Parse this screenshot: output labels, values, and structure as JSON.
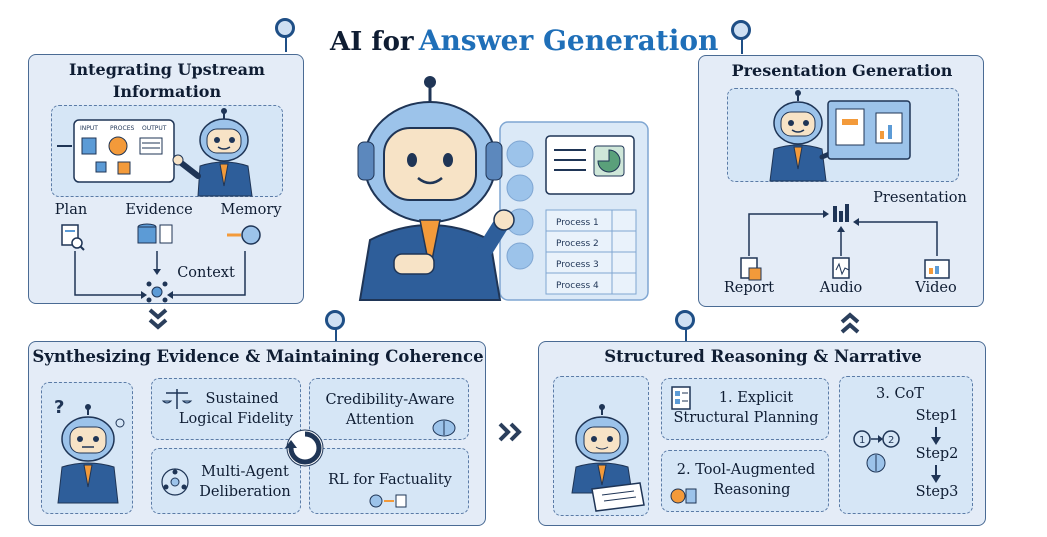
{
  "title": {
    "prefix": "AI for",
    "highlight": "Answer Generation"
  },
  "upstream": {
    "title_line1": "Integrating  Upstream",
    "title_line2": "Information",
    "illus_labels": [
      "INPUT",
      "PROCES",
      "OUTPUT"
    ],
    "inputs": [
      "Plan",
      "Evidence",
      "Memory"
    ],
    "context": "Context"
  },
  "center": {
    "processes": [
      "Process 1",
      "Process 2",
      "Process 3",
      "Process 4"
    ]
  },
  "presentation": {
    "title": "Presentation Generation",
    "output_label": "Presentation",
    "sources": [
      "Report",
      "Audio",
      "Video"
    ]
  },
  "synthesizing": {
    "title": "Synthesizing Evidence & Maintaining Coherence",
    "question_mark": "?",
    "cells": [
      {
        "line1": "Sustained",
        "line2": "Logical Fidelity"
      },
      {
        "line1": "Credibility-Aware",
        "line2": "Attention"
      },
      {
        "line1": "Multi-Agent",
        "line2": "Deliberation"
      },
      {
        "line1": "RL for Factuality",
        "line2": ""
      }
    ]
  },
  "structured": {
    "title": "Structured Reasoning & Narrative",
    "cells": [
      {
        "line1": "1. Explicit",
        "line2": "Structural Planning"
      },
      {
        "line1": "2. Tool-Augmented",
        "line2": "Reasoning"
      }
    ],
    "cot": {
      "title": "3. CoT",
      "steps": [
        "Step1",
        "Step2",
        "Step3"
      ],
      "diagram_left": "1",
      "diagram_right": "2"
    }
  },
  "colors": {
    "accent": "#1f6fb8",
    "border": "#4a6b94",
    "panel": "#e4ecf7",
    "dash": "#d6e6f6",
    "dark": "#1f3556"
  }
}
